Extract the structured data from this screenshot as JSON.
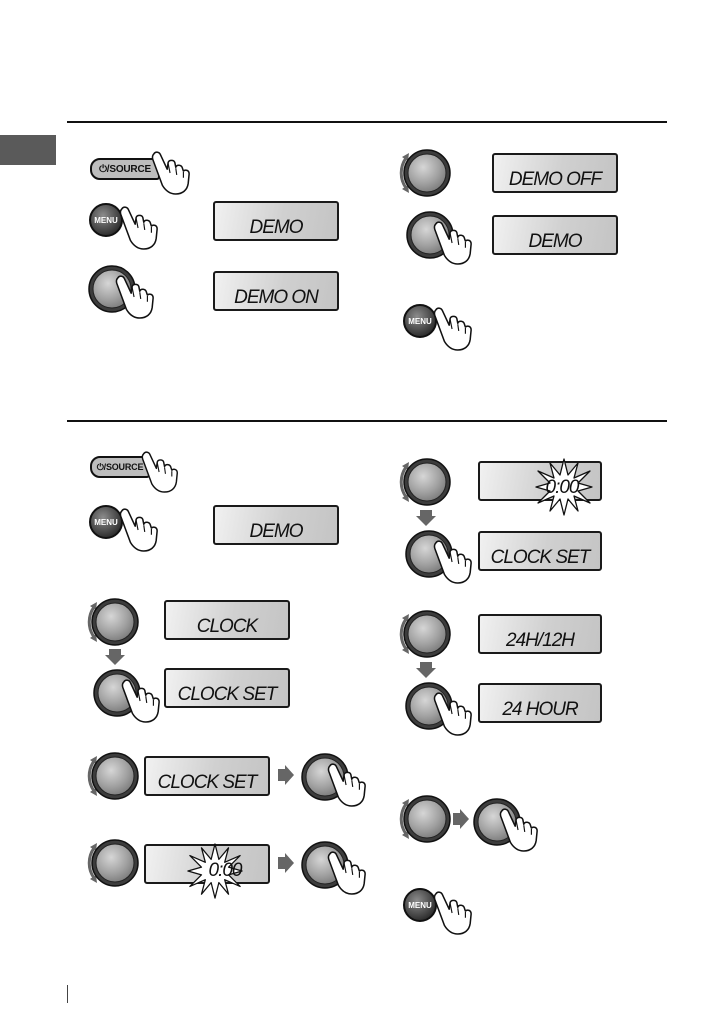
{
  "buttons": {
    "source_label": "⏻/SOURCE",
    "menu_label": "MENU"
  },
  "displays": {
    "demo": "DEMO",
    "demo_on": "DEMO ON",
    "demo_off": "DEMO OFF",
    "clock": "CLOCK",
    "clock_set": "CLOCK SET",
    "time": "0:00",
    "hour_format": "24H/12H",
    "hour_24": "24 HOUR"
  },
  "colors": {
    "lcd_light": "#f1f1f1",
    "lcd_dark": "#c4c4c4",
    "knob_fill": "#a8a8a8",
    "rule": "#111111"
  }
}
